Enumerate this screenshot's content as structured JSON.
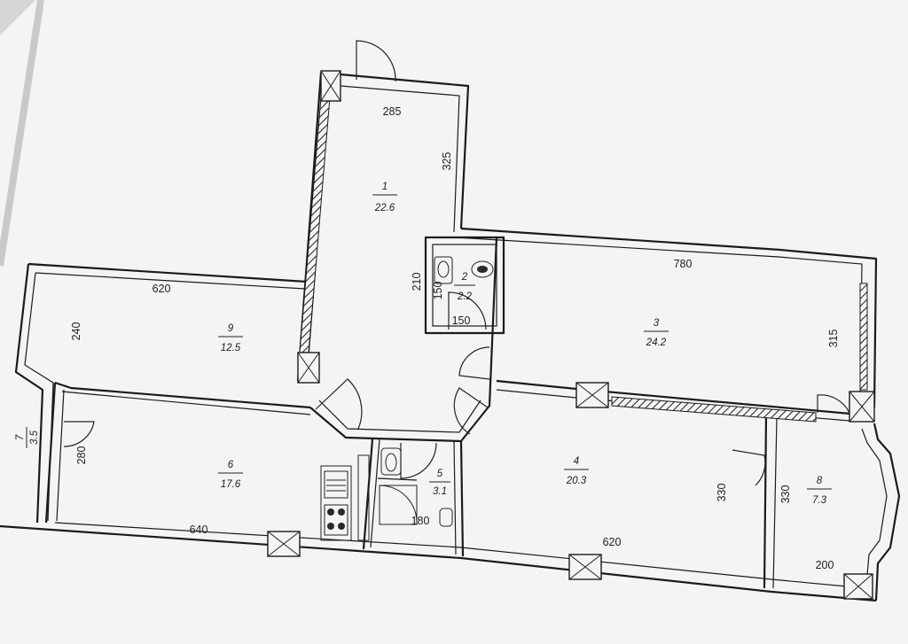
{
  "rooms": [
    {
      "number": "1",
      "area": "22.6"
    },
    {
      "number": "2",
      "area": "2.2"
    },
    {
      "number": "3",
      "area": "24.2"
    },
    {
      "number": "4",
      "area": "20.3"
    },
    {
      "number": "5",
      "area": "3.1"
    },
    {
      "number": "6",
      "area": "17.6"
    },
    {
      "number": "7",
      "area": "3.5"
    },
    {
      "number": "8",
      "area": "7.3"
    },
    {
      "number": "9",
      "area": "12.5"
    }
  ],
  "dimensions": {
    "hall_width": "285",
    "hall_length": "325",
    "bath_height": "210",
    "bath_inner_v": "150",
    "bath_inner_h": "150",
    "room3_width": "780",
    "room3_depth": "315",
    "room9_width": "620",
    "room9_depth": "240",
    "room6_width": "640",
    "room6_depth": "280",
    "room4_width": "620",
    "room4_depth": "330",
    "room8_depth": "330",
    "room8_width": "200",
    "wc_width": "180"
  }
}
